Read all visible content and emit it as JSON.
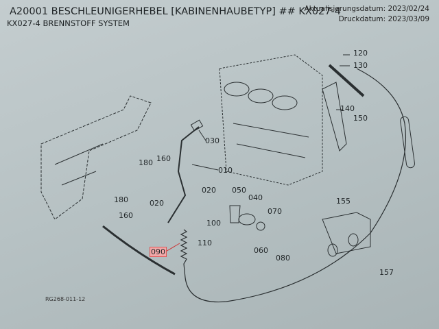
{
  "header": {
    "title": "A20001 BESCHLEUNIGERHEBEL [KABINENHAUBETYP] ## KX027-4",
    "subtitle": "KX027-4 BRENNSTOFF SYSTEM",
    "update_date": "Aktualisierungsdatum: 2023/02/24",
    "print_date": "Druckdatum: 2023/03/09"
  },
  "diagram": {
    "reference": "RG268-011-12",
    "highlighted_part": "090",
    "part_labels": [
      "120",
      "130",
      "140",
      "150",
      "030",
      "010",
      "180",
      "160",
      "020",
      "050",
      "040",
      "070",
      "020",
      "180",
      "160",
      "100",
      "110",
      "060",
      "080",
      "090",
      "155",
      "157"
    ]
  }
}
